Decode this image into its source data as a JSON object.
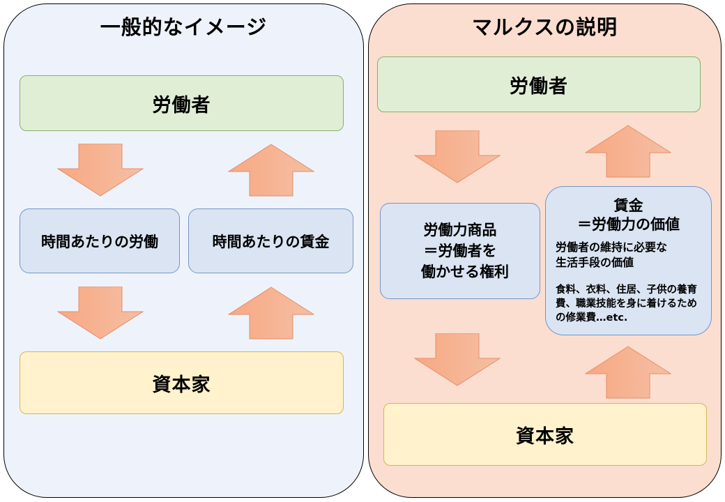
{
  "left": {
    "title": "一般的なイメージ",
    "worker": "労働者",
    "labor_per_hour": "時間あたりの労働",
    "wage_per_hour": "時間あたりの賃金",
    "capitalist": "資本家"
  },
  "right": {
    "title": "マルクスの説明",
    "worker": "労働者",
    "labor_power": {
      "line1": "労働力商品",
      "line2": "＝労働者を",
      "line3": "働かせる権利"
    },
    "wage": {
      "title_line1": "賃金",
      "title_line2": "＝労働力の価値",
      "desc_line1": "労働者の維持に必要な",
      "desc_line2": "生活手段の価値",
      "examples_line1": "食料、衣料、住居、子供の養育",
      "examples_line2": "費、職業技能を身に着けるため",
      "examples_line3": "の修業費…etc."
    },
    "capitalist": "資本家"
  },
  "colors": {
    "arrow_start": "#f8a882",
    "arrow_end": "#f4bfa4",
    "arrow_stroke": "#e58e6a"
  }
}
